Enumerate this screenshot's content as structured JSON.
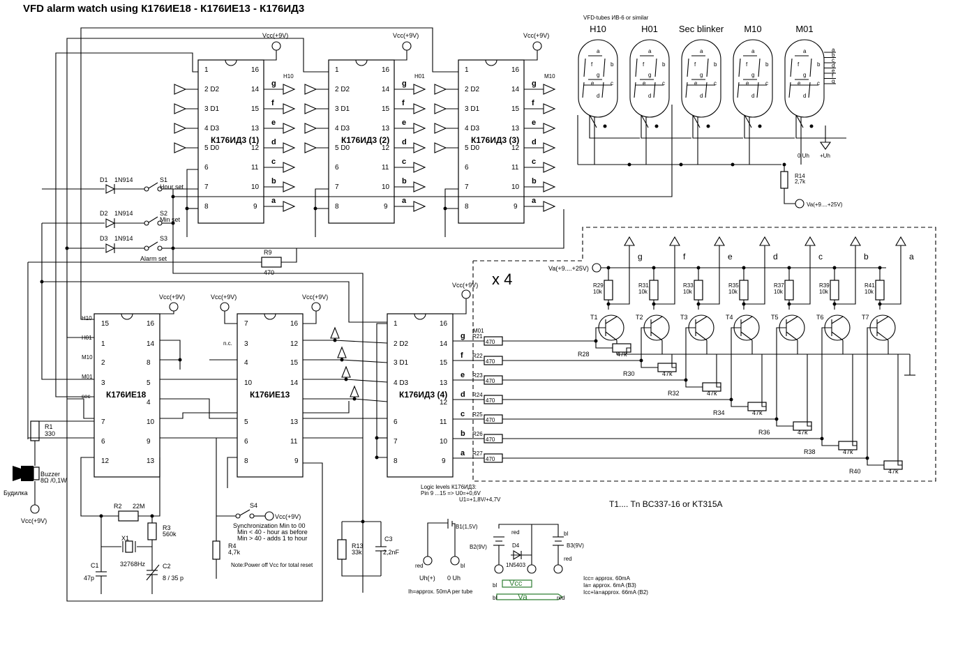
{
  "title": "VFD alarm watch using К176ИЕ18 -  К176ИЕ13 - К176ИД3",
  "vcc": "Vcc(+9V)",
  "chips": {
    "id3_1": "К176ИД3 (1)",
    "id3_2": "К176ИД3 (2)",
    "id3_3": "К176ИД3 (3)",
    "id3_4": "К176ИД3 (4)",
    "ie18": "К176ИЕ18",
    "ie13": "К176ИЕ13"
  },
  "pins": {
    "d2": "2 D2",
    "d1": "3 D1",
    "d3": "4 D3",
    "d0": "5 D0",
    "p1": "1",
    "p6": "6",
    "p7": "7",
    "p8": "8",
    "p16": "16",
    "p14": "14",
    "p15": "15",
    "p13": "13",
    "p12": "12",
    "p11": "11",
    "p10": "10",
    "p9": "9",
    "p2": "2",
    "p3": "3",
    "p4": "4",
    "p5": "5"
  },
  "segments": [
    "g",
    "f",
    "e",
    "d",
    "c",
    "b",
    "a"
  ],
  "digit_outputs": {
    "h10": "H10",
    "h01": "H01",
    "m10": "M10",
    "m01": "M01",
    "sec": "sec"
  },
  "vfd": {
    "header": "VFD-tubes ИВ-6 or similar",
    "tubes": [
      "H10",
      "H01",
      "Sec blinker",
      "M10",
      "M01"
    ],
    "uh0": "0 Uh",
    "uhp": "+Uh"
  },
  "switches": {
    "d1": "D1",
    "d2": "D2",
    "d3": "D3",
    "diode": "1N914",
    "s1": "S1",
    "s1_label": "Hour  set",
    "s2": "S2",
    "s2_label": "Min  set",
    "s3": "S3",
    "s3_label": "Alarm set"
  },
  "resistors": {
    "r9": "R9",
    "r9v": "470",
    "r14": "R14",
    "r14v": "2,7k",
    "va_rail": "Va(+9....+25V)",
    "va_driver": "Va(+9....+25V)",
    "r1": "R1",
    "r1v": "330",
    "r2": "R2",
    "r2v": "22M",
    "r3": "R3",
    "r3v": "560k",
    "r4": "R4",
    "r4v": "4,7k",
    "r13": "R13",
    "r13v": "33k",
    "c1": "C1",
    "c1v": "47p",
    "c2": "C2",
    "c2v": "8 / 35 p",
    "c3": "C3",
    "c3v": "2,2nF",
    "x1": "X1",
    "x1v": "32768Hz",
    "buzzer": "Buzzer",
    "buzzer_v": "8Ω /0,1W",
    "buzzer_ru": "Будилка",
    "s4": "S4",
    "nc": "n.c.",
    "r_base": [
      "R21",
      "R22",
      "R23",
      "R24",
      "R25",
      "R26",
      "R27"
    ],
    "r_base_v": "470",
    "r_down": [
      "R28",
      "R30",
      "R32",
      "R34",
      "R36",
      "R38",
      "R40"
    ],
    "r_down_v": "47k",
    "r_up": [
      "R29",
      "R31",
      "R33",
      "R35",
      "R37",
      "R39",
      "R41"
    ],
    "r_up_v": "10k",
    "transistors": [
      "T1",
      "T2",
      "T3",
      "T4",
      "T5",
      "T6",
      "T7"
    ],
    "x4": "x 4"
  },
  "notes": {
    "sync1": "Synchronization Min to 00",
    "sync2": "Min < 40  - hour as before",
    "sync3": "Min > 40 - adds 1 to hour",
    "power": "Note:Power off Vcc for  total reset",
    "logic1": "Logic  levels К176ИД3:",
    "logic2": "Pin 9 ...15 =>    U0=+0,6V",
    "logic3": "U1=+1,8V/+4,7V",
    "transistor": "T1.... Tn BC337-16 or KT315A",
    "ih": "Ih=approx. 50mA  per  tube",
    "icc1": "Icc= approx. 60mA",
    "icc2": "Ia= approx. 6mA (B3)",
    "icc3": "Icc+Ia=approx. 66mA (B2)"
  },
  "battery": {
    "b1": "B1(1,5V)",
    "b2": "B2(9V)",
    "b3": "B3(9V)",
    "d4": "D4",
    "d4v": "1N5403",
    "red": "red",
    "bl": "bl",
    "uh_plus": "Uh(+)",
    "uh0": "0 Uh",
    "vcc_box": "Vcc",
    "va_box": "Va"
  },
  "colors": {
    "ink": "#000000",
    "box_green": "#2e7d32"
  }
}
